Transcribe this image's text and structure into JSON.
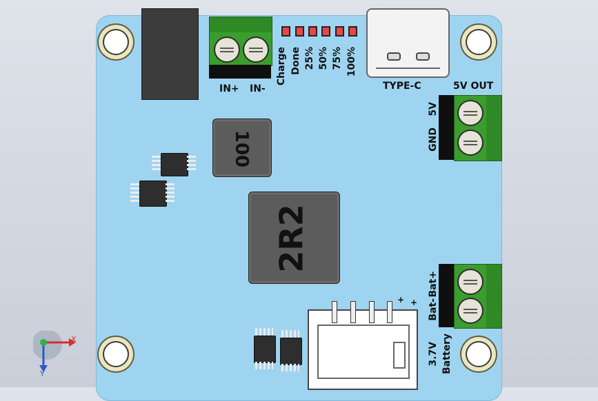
{
  "labels": {
    "in_plus": "IN+",
    "in_minus": "IN-",
    "led_charge": "Charge",
    "led_done": "Done",
    "led_25": "25%",
    "led_50": "50%",
    "led_75": "75%",
    "led_100": "100%",
    "usb": "TYPE-C",
    "out_title": "5V OUT",
    "out_5v": "5V",
    "out_gnd": "GND",
    "bat_minus": "Bat-",
    "bat_plus": "Bat+",
    "battery_voltage": "3.7V",
    "battery": "Battery",
    "pin_plus_1": "+",
    "pin_plus_2": "+"
  },
  "inductors": {
    "small": "100",
    "large": "2R2"
  },
  "axes": {
    "x": "X",
    "y": "Y"
  },
  "colors": {
    "pcb": "#9fd4f1",
    "terminal": "#3a9d2e",
    "led": "#e84545",
    "inductor": "#5c5c5c"
  }
}
